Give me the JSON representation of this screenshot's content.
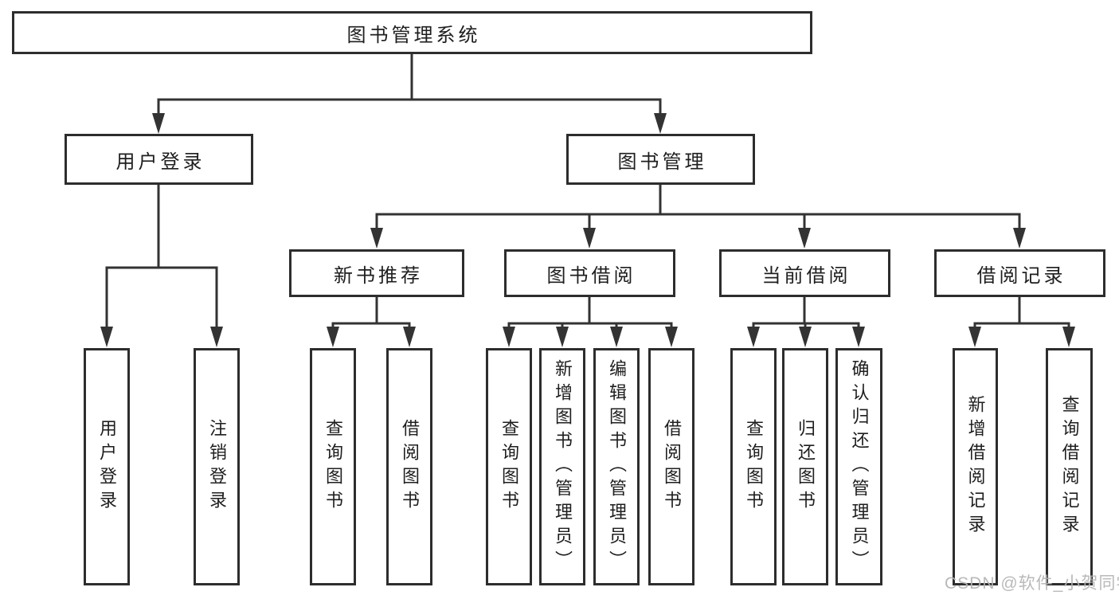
{
  "diagram": {
    "title": "图书管理系统",
    "branches": [
      {
        "label": "用户登录",
        "children": [
          "用户登录",
          "注销登录"
        ]
      },
      {
        "label": "图书管理",
        "sections": [
          {
            "label": "新书推荐",
            "children": [
              "查询图书",
              "借阅图书"
            ]
          },
          {
            "label": "图书借阅",
            "children": [
              "查询图书",
              "新增图书（管理员）",
              "编辑图书（管理员）",
              "借阅图书"
            ]
          },
          {
            "label": "当前借阅",
            "children": [
              "查询图书",
              "归还图书",
              "确认归还（管理员）"
            ]
          },
          {
            "label": "借阅记录",
            "children": [
              "新增借阅记录",
              "查询借阅记录"
            ]
          }
        ]
      }
    ]
  },
  "watermark": {
    "text": "CSDN @软件_小贺同学"
  },
  "colors": {
    "line": "#333333",
    "box_border": "#2d2d2d",
    "text": "#1e1e1e",
    "watermark": "#b4b4b4",
    "background": "#ffffff"
  }
}
